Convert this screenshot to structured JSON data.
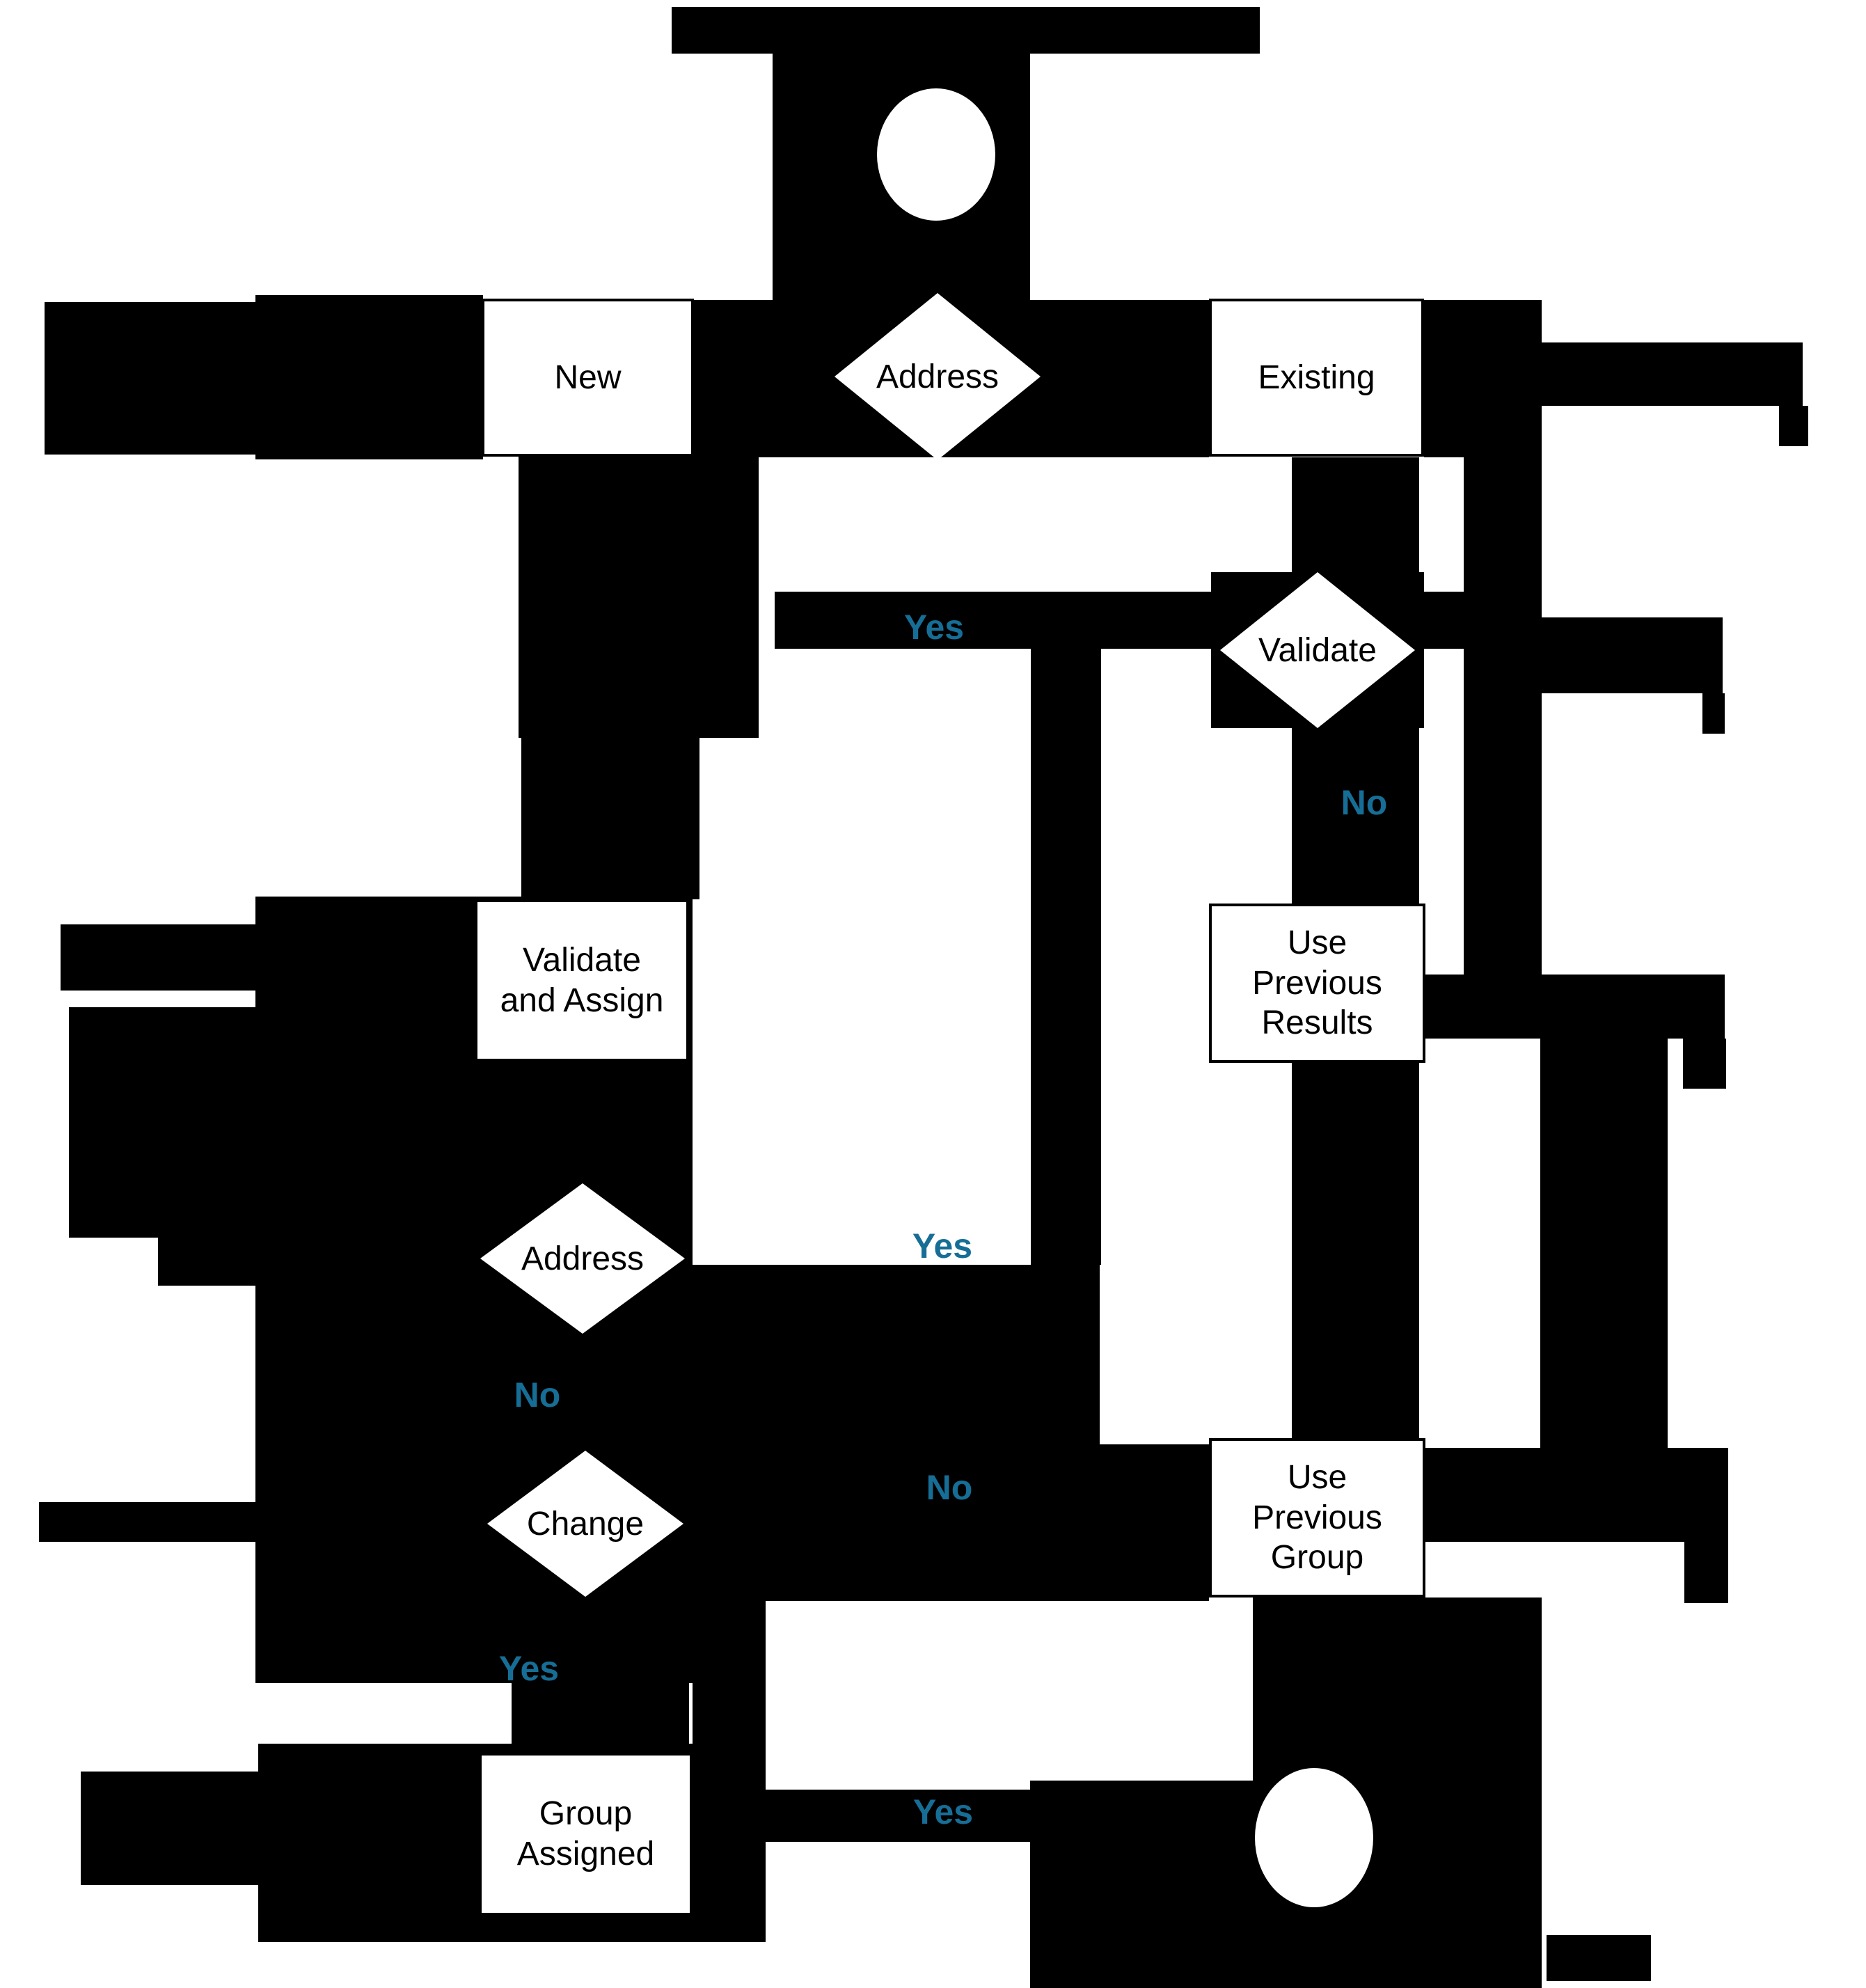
{
  "diagram": {
    "colors": {
      "shape": "#000000",
      "background": "#ffffff",
      "edge_label": "#166E96",
      "node_text": "#000000"
    },
    "nodes": {
      "start": {
        "type": "ellipse-terminator"
      },
      "new": {
        "label": "New"
      },
      "address1": {
        "label": "Address"
      },
      "existing": {
        "label": "Existing"
      },
      "validate": {
        "label": "Validate"
      },
      "validate_assign": {
        "label": "Validate and Assign"
      },
      "use_prev_results": {
        "label": "Use Previous Results"
      },
      "address2": {
        "label": "Address"
      },
      "change": {
        "label": "Change"
      },
      "use_prev_group": {
        "label": "Use Previous Group"
      },
      "group_assigned": {
        "label": "Group Assigned"
      },
      "end": {
        "type": "ellipse-terminator"
      }
    },
    "edge_labels": {
      "validate_yes": "Yes",
      "validate_no": "No",
      "address2_yes": "Yes",
      "address2_no": "No",
      "change_no": "No",
      "change_yes": "Yes",
      "group_yes": "Yes"
    }
  }
}
